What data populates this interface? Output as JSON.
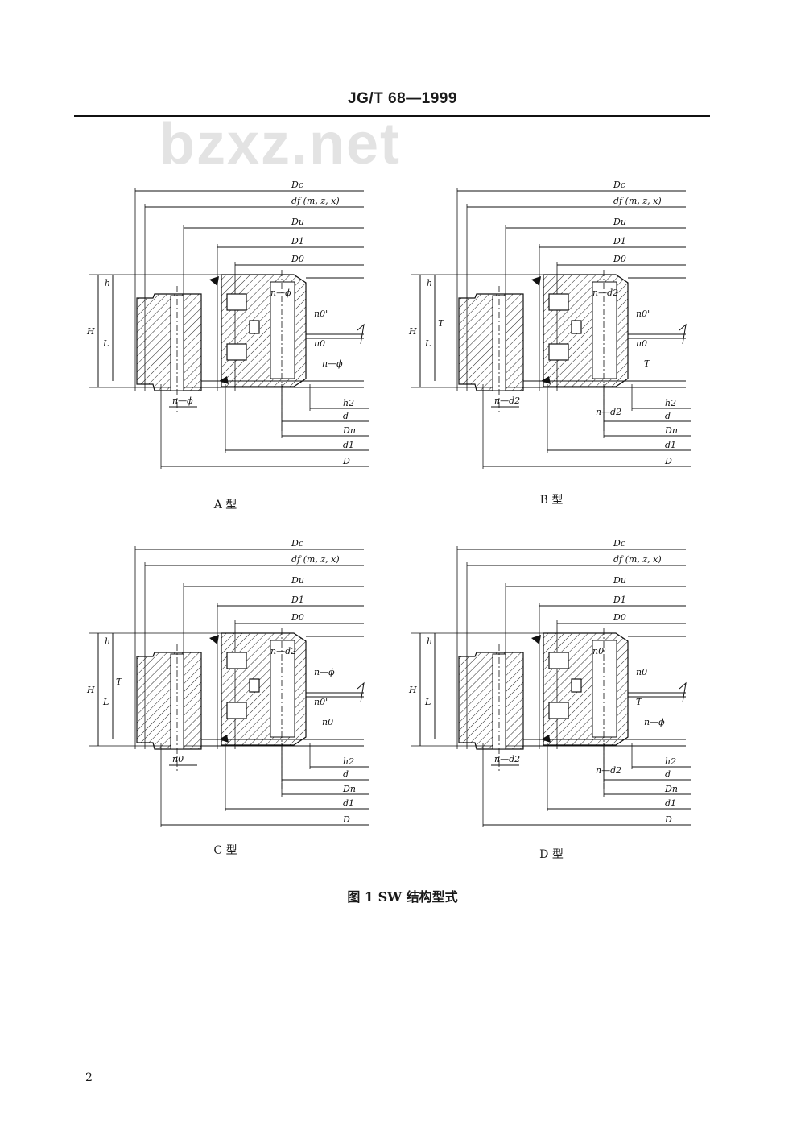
{
  "header": {
    "standard_code": "JG/T 68—1999",
    "watermark": "bzxz.net"
  },
  "figures": [
    {
      "id": "A",
      "caption": "A 型",
      "top_labels": [
        "Dc",
        "df (m, z, x)",
        "Du",
        "D1",
        "D0"
      ],
      "side_labels": [
        "h",
        "H",
        "L"
      ],
      "inner_labels": [
        "n—ϕ",
        "n0'",
        "n0",
        "n—ϕ"
      ],
      "bottom_labels": [
        "h2",
        "d",
        "Dn",
        "d1",
        "D"
      ]
    },
    {
      "id": "B",
      "caption": "B 型",
      "top_labels": [
        "Dc",
        "df (m, z, x)",
        "Du",
        "D1",
        "D0"
      ],
      "side_labels": [
        "h",
        "H",
        "L",
        "T"
      ],
      "inner_labels": [
        "n—d2",
        "n0'",
        "n0",
        "T",
        "n—d2"
      ],
      "bottom_labels": [
        "h2",
        "d",
        "Dn",
        "d1",
        "D"
      ]
    },
    {
      "id": "C",
      "caption": "C 型",
      "top_labels": [
        "Dc",
        "df (m, z, x)",
        "Du",
        "D1",
        "D0"
      ],
      "side_labels": [
        "h",
        "H",
        "L",
        "T"
      ],
      "inner_labels": [
        "n—d2",
        "n—ϕ",
        "n0'",
        "n0"
      ],
      "bottom_labels": [
        "h2",
        "d",
        "Dn",
        "d1",
        "D"
      ]
    },
    {
      "id": "D",
      "caption": "D 型",
      "top_labels": [
        "Dc",
        "df (m, z, x)",
        "Du",
        "D1",
        "D0"
      ],
      "side_labels": [
        "h",
        "H",
        "L"
      ],
      "inner_labels": [
        "n0'",
        "n0",
        "T",
        "n—ϕ",
        "n—d2"
      ],
      "bottom_labels": [
        "h2",
        "d",
        "Dn",
        "d1",
        "D"
      ]
    }
  ],
  "figure_caption": "图 1   SW 结构型式",
  "page_number": "2"
}
